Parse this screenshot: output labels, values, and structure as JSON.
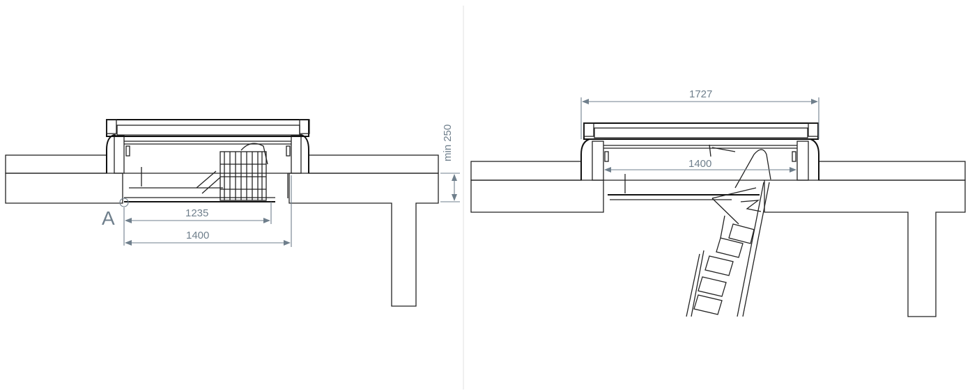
{
  "left_view": {
    "dim_clear_opening": "1235",
    "dim_frame_width": "1400",
    "dim_min_height": "min 250",
    "detail_marker": "A"
  },
  "right_view": {
    "dim_overall_width": "1727",
    "dim_frame_width": "1400"
  },
  "colors": {
    "line": "#222222",
    "dimension": "#6f7f8c",
    "divider": "#e6e6e6"
  }
}
